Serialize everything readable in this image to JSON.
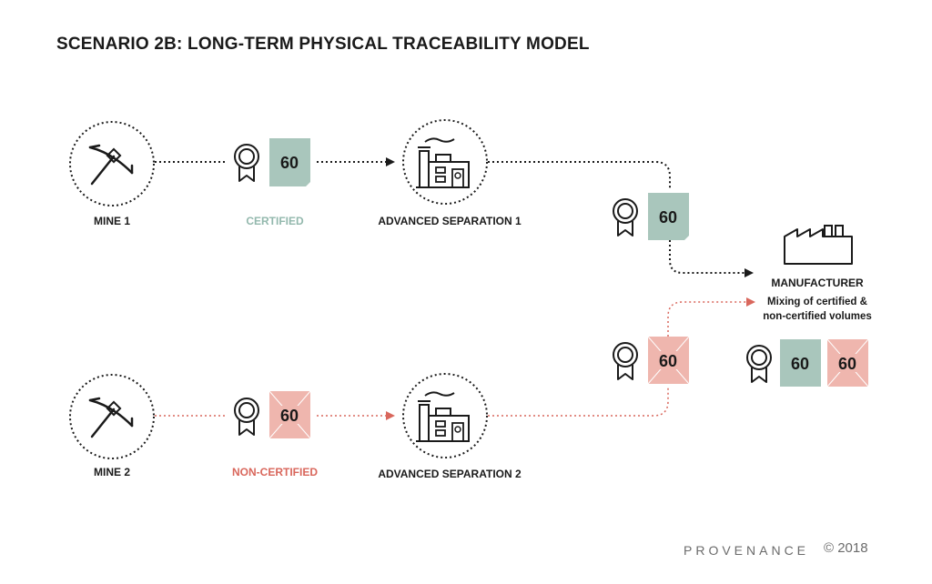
{
  "title": "SCENARIO 2B: LONG-TERM PHYSICAL TRACEABILITY MODEL",
  "nodes": {
    "mine1": "MINE 1",
    "mine2": "MINE 2",
    "separation1": "ADVANCED SEPARATION 1",
    "separation2": "ADVANCED SEPARATION 2",
    "manufacturer": "MANUFACTURER"
  },
  "status": {
    "certified": "CERTIFIED",
    "non_certified": "NON-CERTIFIED"
  },
  "manufacturer_note": {
    "line1": "Mixing of certified &",
    "line2": "non-certified volumes"
  },
  "volume": {
    "certified_top": "60",
    "certified_mid": "60",
    "non_certified_bottom": "60",
    "non_certified_mid": "60",
    "mixed_certified": "60",
    "mixed_non_certified": "60"
  },
  "footer": {
    "brand": "PROVENANCE",
    "copyright": "© 2018"
  },
  "colors": {
    "certified": "#a9c6bc",
    "non_certified": "#efb6ae",
    "certified_label": "#93b8ad",
    "non_certified_label": "#d9675c",
    "line_black": "#1a1a1a",
    "line_red": "#d9675c"
  }
}
